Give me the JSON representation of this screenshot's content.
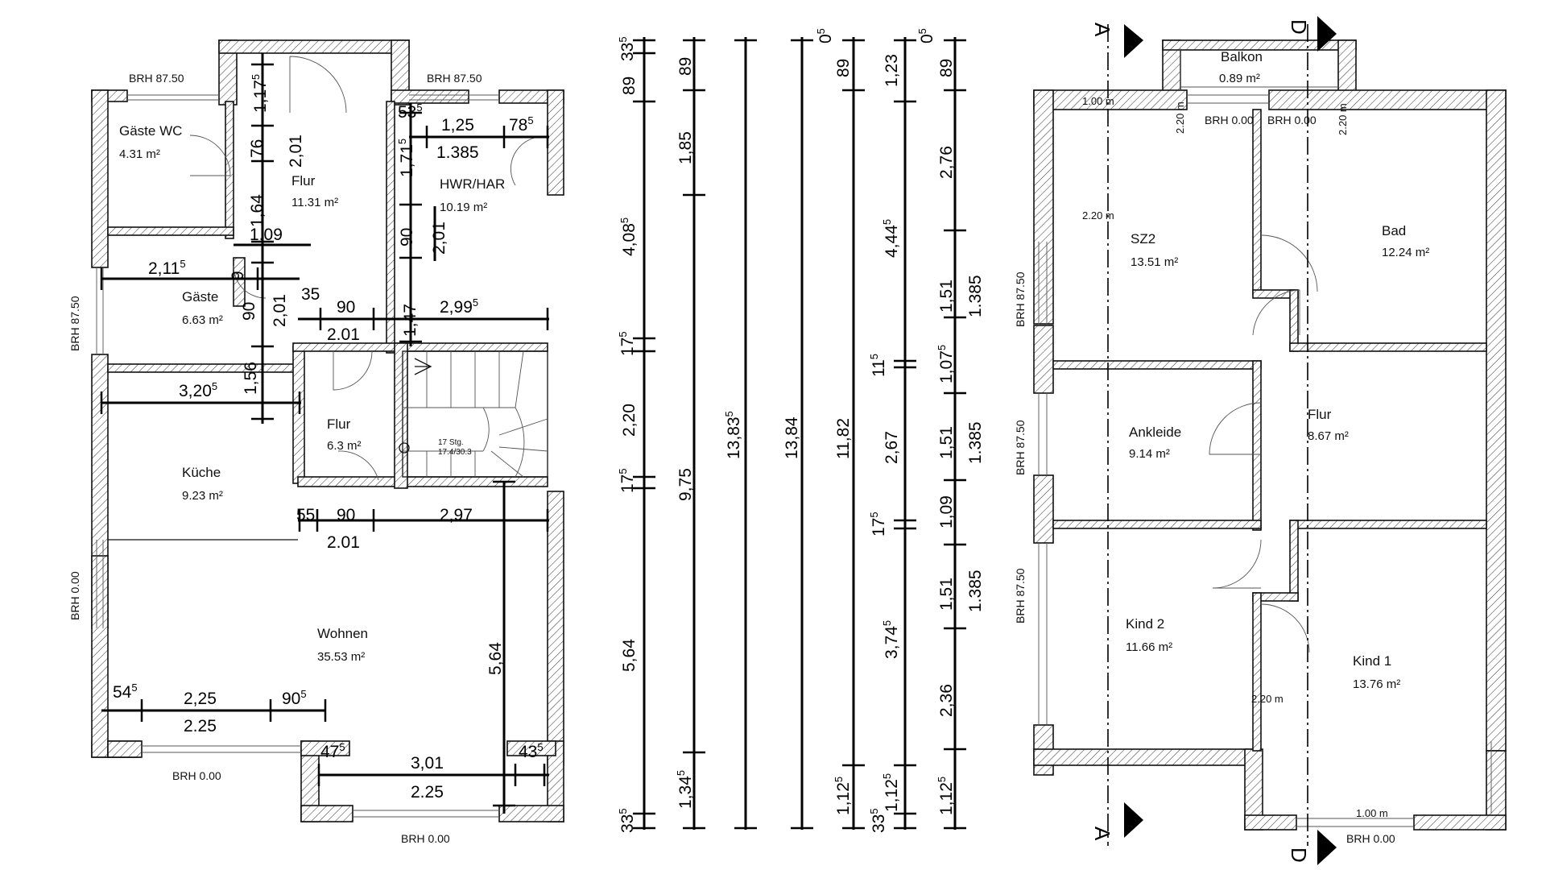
{
  "ground_floor": {
    "rooms": [
      {
        "name": "Gäste WC",
        "area": "4.31 m²"
      },
      {
        "name": "Flur",
        "area": "11.31 m²"
      },
      {
        "name": "HWR/HAR",
        "area": "10.19 m²"
      },
      {
        "name": "Gäste",
        "area": "6.63 m²"
      },
      {
        "name": "Flur",
        "area": "6.3 m²"
      },
      {
        "name": "Küche",
        "area": "9.23 m²"
      },
      {
        "name": "Wohnen",
        "area": "35.53 m²"
      }
    ],
    "brh": [
      "BRH 87.50",
      "BRH 87.50",
      "BRH 87.50",
      "BRH 0.00",
      "BRH 0.00",
      "BRH 0.00"
    ],
    "stair_label": [
      "17 Stg.",
      "17.4/30.3"
    ],
    "dims": {
      "d1175": "1,17",
      "d1175s": "5",
      "d76": "76",
      "d201a": "2,01",
      "d164": "1,64",
      "d109": "1,09",
      "d53": "53",
      "d53s": "5",
      "d125": "1,25",
      "d78": "78",
      "d78s": "5",
      "d1385": "1.385",
      "d171": "1,71",
      "d171s": "5",
      "d90a": "90",
      "d201b": "2,01",
      "d2115": "2,11",
      "d2115s": "5",
      "d9": "9",
      "d90b": "90",
      "d201c": "2,01",
      "d35": "35",
      "d90c": "90",
      "d201d": "2.01",
      "d147": "1,47",
      "d2995": "2,99",
      "d2995s": "5",
      "d3205": "3,20",
      "d3205s": "5",
      "d156": "1,56",
      "d55": "55",
      "d90d": "90",
      "d297": "2,97",
      "d201e": "2.01",
      "d564": "5,64",
      "d545": "54",
      "d545s": "5",
      "d225a": "2,25",
      "d905": "90",
      "d905s": "5",
      "d225b": "2.25",
      "d475": "47",
      "d475s": "5",
      "d301": "3,01",
      "d435": "43",
      "d435s": "5",
      "d225c": "2.25"
    }
  },
  "vertical_dims": {
    "c1": [
      {
        "t": "33",
        "s": "5"
      },
      {
        "t": "89",
        "s": ""
      },
      {
        "t": "4,08",
        "s": "5"
      },
      {
        "t": "17",
        "s": "5"
      },
      {
        "t": "2,20",
        "s": ""
      },
      {
        "t": "17",
        "s": "5"
      },
      {
        "t": "5,64",
        "s": ""
      },
      {
        "t": "33",
        "s": "5"
      }
    ],
    "c2": [
      {
        "t": "89",
        "s": ""
      },
      {
        "t": "1,85",
        "s": ""
      },
      {
        "t": "9,75",
        "s": ""
      },
      {
        "t": "1,34",
        "s": "5"
      }
    ],
    "c3": {
      "t": "13,83",
      "s": "5"
    },
    "c4": {
      "t": "13,84",
      "s": ""
    },
    "c5": [
      {
        "t": "0",
        "s": "5"
      },
      {
        "t": "89",
        "s": ""
      },
      {
        "t": "11,82",
        "s": ""
      },
      {
        "t": "1,12",
        "s": "5"
      }
    ],
    "c6": [
      {
        "t": "0",
        "s": "5"
      },
      {
        "t": "1,23",
        "s": ""
      },
      {
        "t": "4,44",
        "s": "5"
      },
      {
        "t": "11",
        "s": "5"
      },
      {
        "t": "2,67",
        "s": ""
      },
      {
        "t": "17",
        "s": "5"
      },
      {
        "t": "3,74",
        "s": "5"
      },
      {
        "t": "1,12",
        "s": "5"
      },
      {
        "t": "33",
        "s": "5"
      }
    ],
    "c7": [
      {
        "t": "89",
        "s": ""
      },
      {
        "t": "2,76",
        "s": ""
      },
      {
        "t": "1,51",
        "s": ""
      },
      {
        "t": "1,07",
        "s": "5"
      },
      {
        "t": "1,51",
        "s": ""
      },
      {
        "t": "1,09",
        "s": ""
      },
      {
        "t": "1,51",
        "s": ""
      },
      {
        "t": "2,36",
        "s": ""
      },
      {
        "t": "1,12",
        "s": "5"
      }
    ],
    "c8": [
      {
        "t": "1.385",
        "s": ""
      },
      {
        "t": "1.385",
        "s": ""
      },
      {
        "t": "1.385",
        "s": ""
      }
    ]
  },
  "upper_floor": {
    "rooms": [
      {
        "name": "Balkon",
        "area": "0.89 m²"
      },
      {
        "name": "SZ2",
        "area": "13.51 m²"
      },
      {
        "name": "Bad",
        "area": "12.24 m²"
      },
      {
        "name": "Ankleide",
        "area": "9.14 m²"
      },
      {
        "name": "Flur",
        "area": "8.67 m²"
      },
      {
        "name": "Kind 2",
        "area": "11.66 m²"
      },
      {
        "name": "Kind 1",
        "area": "13.76 m²"
      }
    ],
    "brh": [
      "BRH 0.00",
      "BRH 0.00",
      "BRH 87.50",
      "BRH 87.50",
      "BRH 87.50",
      "BRH 0.00"
    ],
    "heights": [
      "1.00 m",
      "2.20 m",
      "2.20 m",
      "2.20 m",
      "2.20 m",
      "1.00 m"
    ],
    "sections": [
      "A",
      "D",
      "A",
      "D"
    ]
  }
}
